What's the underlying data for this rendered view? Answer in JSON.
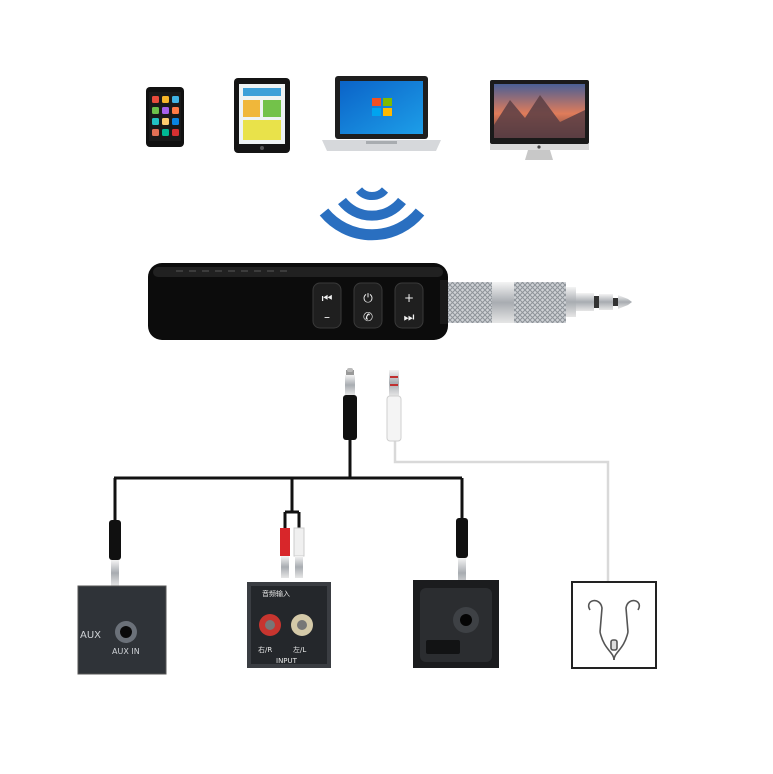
{
  "devices": [
    {
      "name": "smartphone-icon"
    },
    {
      "name": "tablet-icon"
    },
    {
      "name": "laptop-icon"
    },
    {
      "name": "desktop-monitor-icon"
    }
  ],
  "receiver": {
    "buttons": [
      {
        "top": "⏮",
        "bottom": "–"
      },
      {
        "top": "⏻",
        "bottom": "✆"
      },
      {
        "top": "+",
        "bottom": "⏭"
      }
    ]
  },
  "targets": {
    "aux_panel": {
      "label_aux": "AUX",
      "label_aux_in": "AUX IN"
    },
    "rca_panel": {
      "label_top": "音频输入",
      "label_right": "右/R",
      "label_left": "左/L",
      "label_input": "INPUT"
    }
  },
  "colors": {
    "signal": "#2a6fc0",
    "cable": "#111111",
    "white_cable": "#dddddd",
    "rca_red": "#d8262a"
  }
}
